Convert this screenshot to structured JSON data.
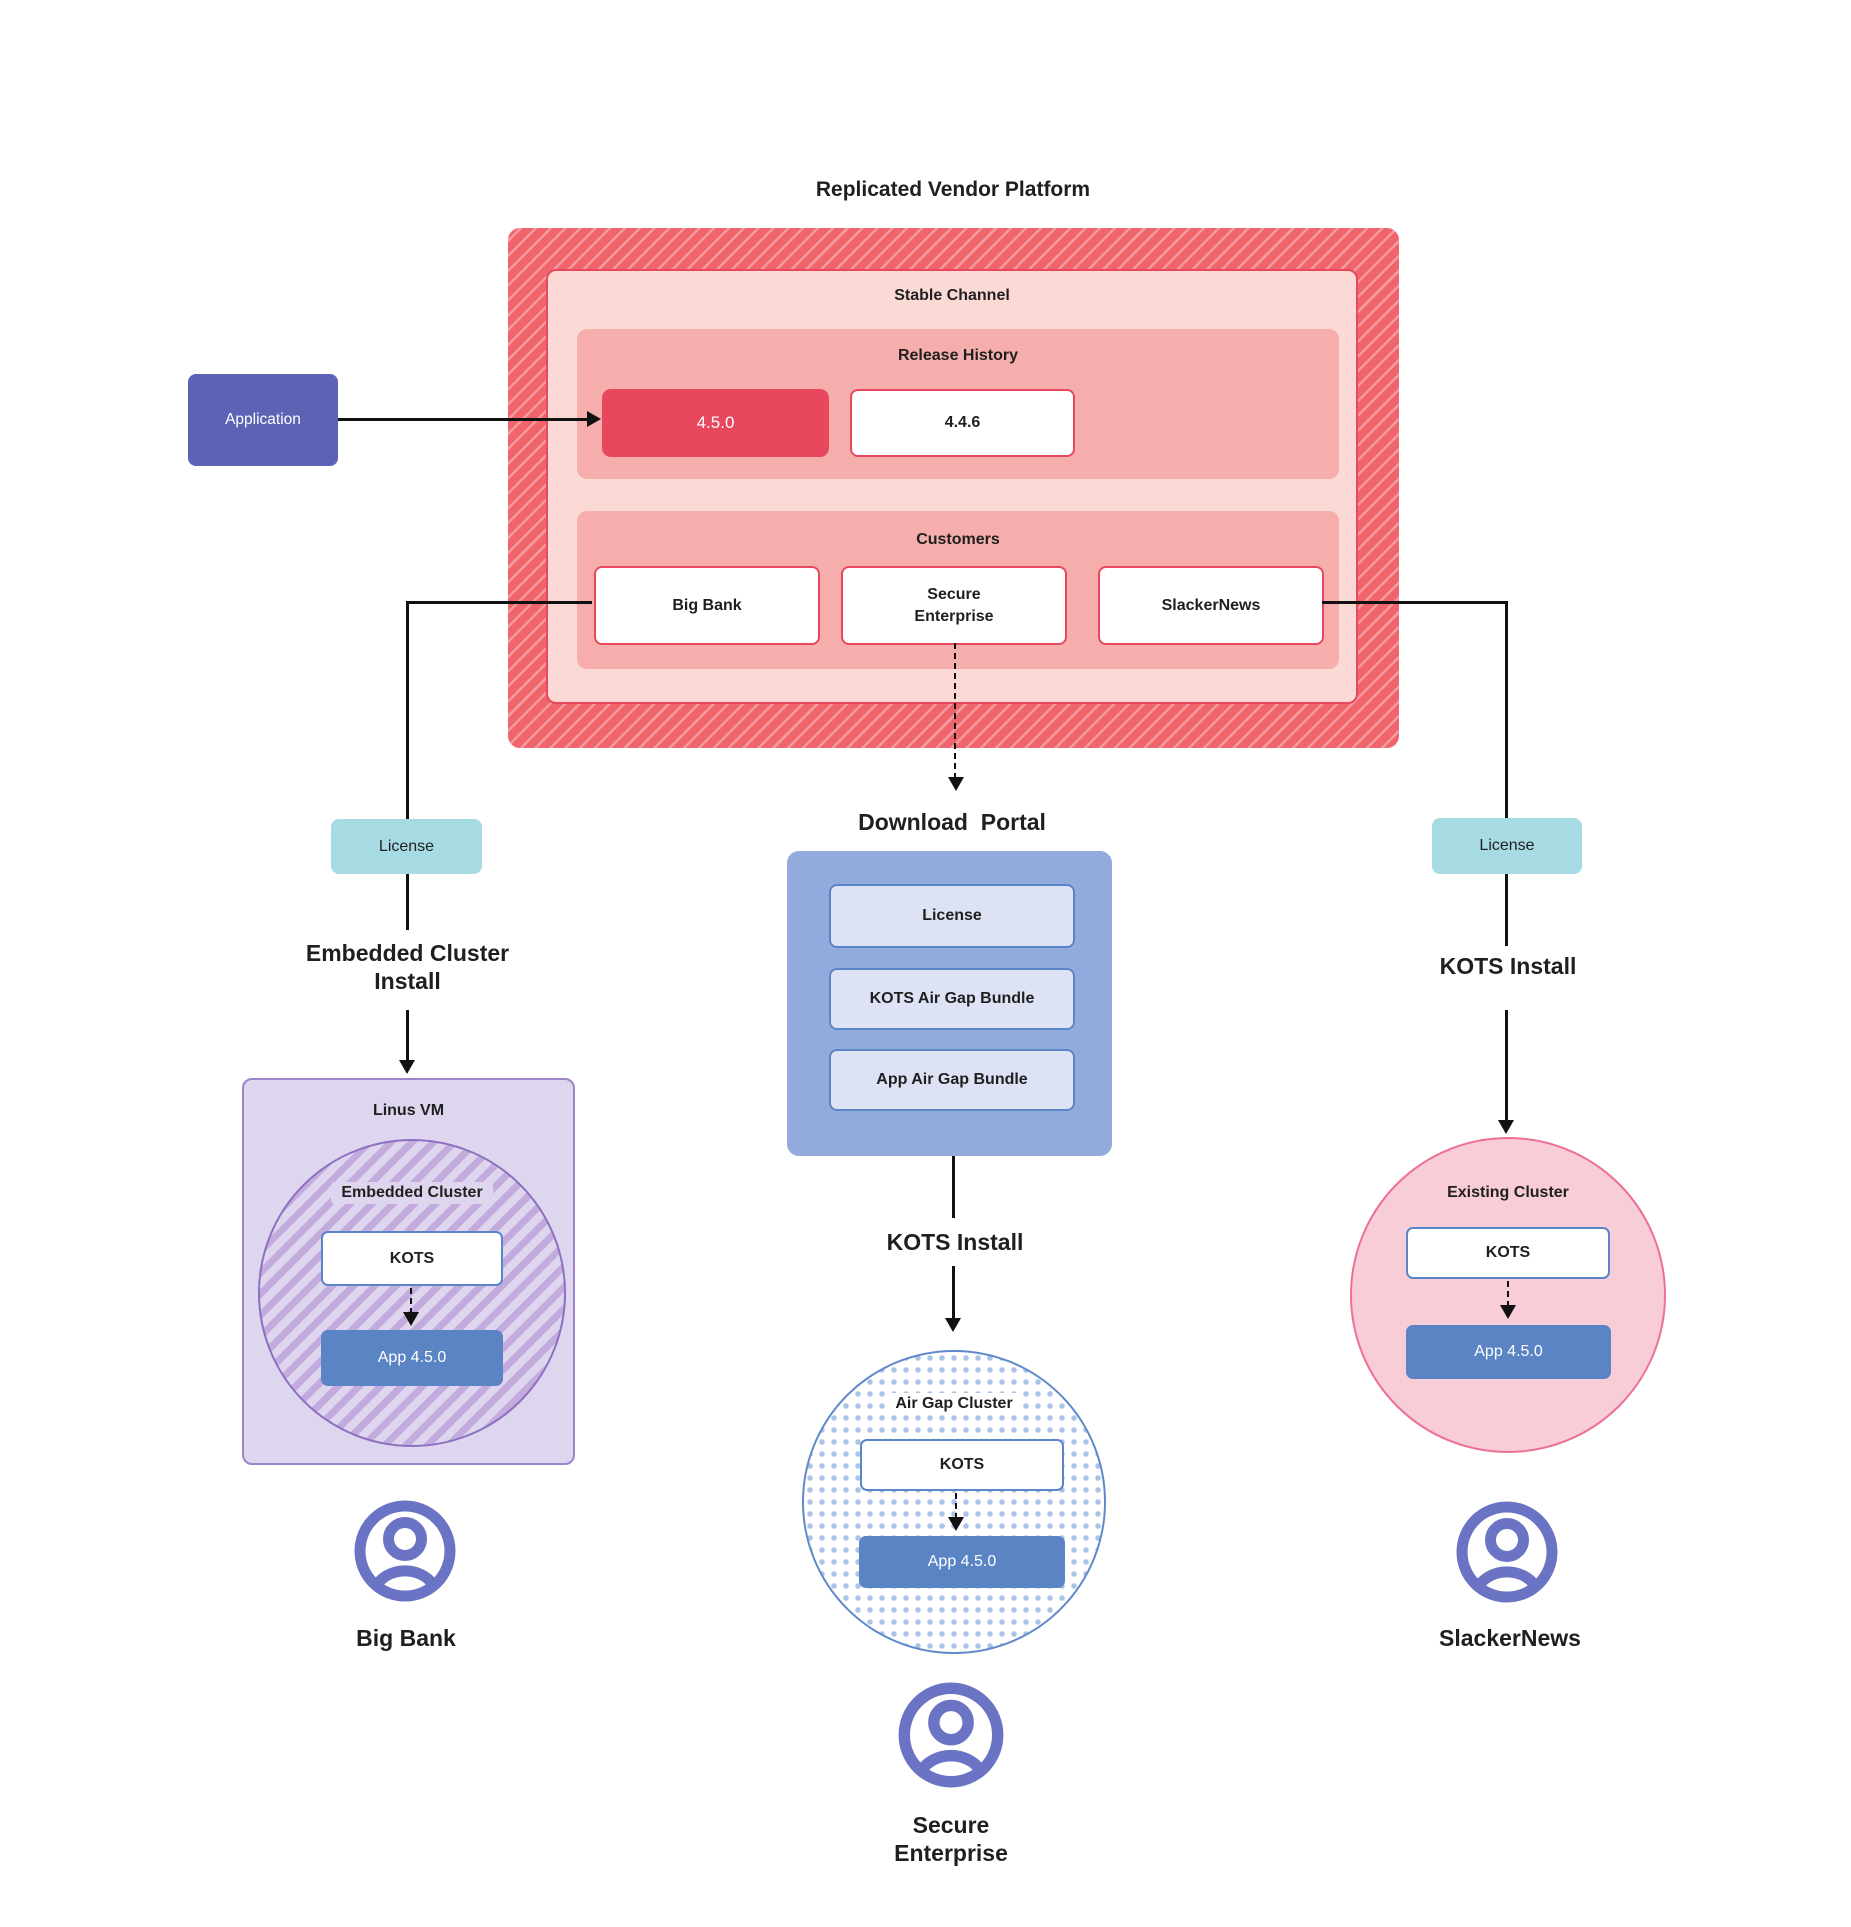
{
  "title": "Replicated Vendor Platform",
  "colors": {
    "hatch-red": "#f0646c",
    "hatch-red-stripe": "#f59aa0",
    "pink-light": "#fbd9d5",
    "pink-mid": "#f5aeab",
    "crimson": "#e8485e",
    "purple-app": "#5c63b5",
    "cyan-license": "#a6dbe3",
    "portal-blue": "#92abdc",
    "bundle-fill": "#dde3f5",
    "blue-border": "#5a85c8",
    "app-blue": "#5b84c5",
    "lavender-fill": "#ded6ee",
    "lavender-border": "#9d83cc",
    "pink-circle-fill": "#f9cdd8",
    "pink-circle-border": "#ed7093",
    "person-purple": "#6b74c4"
  },
  "platform": {
    "stable_channel": {
      "label": "Stable Channel",
      "release_history": {
        "label": "Release History",
        "releases": [
          {
            "version": "4.5.0"
          },
          {
            "version": "4.4.6"
          }
        ]
      },
      "customers": {
        "label": "Customers",
        "items": [
          {
            "name": "Big Bank"
          },
          {
            "name": "Secure\nEnterprise"
          },
          {
            "name": "SlackerNews"
          }
        ]
      }
    }
  },
  "application": {
    "label": "Application"
  },
  "flows": {
    "left": {
      "license": "License",
      "install": "Embedded Cluster\nInstall",
      "vm_label": "Linus VM",
      "cluster_label": "Embedded Cluster",
      "kots": "KOTS",
      "app": "App 4.5.0",
      "user": "Big Bank"
    },
    "center": {
      "portal_label": "Download  Portal",
      "portal_items": [
        {
          "label": "License"
        },
        {
          "label": "KOTS Air Gap Bundle"
        },
        {
          "label": "App Air Gap Bundle"
        }
      ],
      "install": "KOTS Install",
      "cluster_label": "Air Gap Cluster",
      "kots": "KOTS",
      "app": "App 4.5.0",
      "user": "Secure\nEnterprise"
    },
    "right": {
      "license": "License",
      "install": "KOTS Install",
      "cluster_label": "Existing Cluster",
      "kots": "KOTS",
      "app": "App 4.5.0",
      "user": "SlackerNews"
    }
  }
}
